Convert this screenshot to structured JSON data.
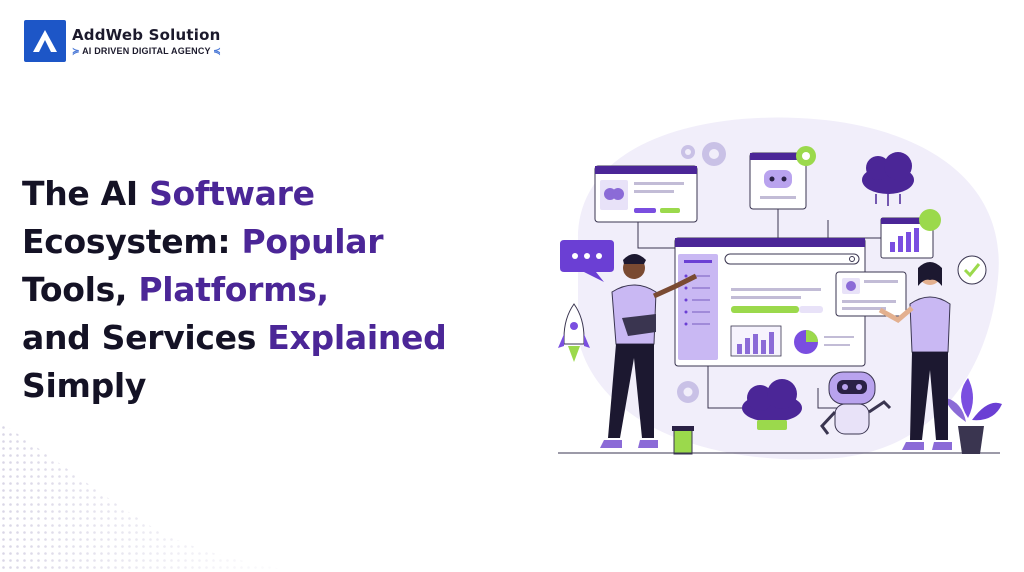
{
  "brand": {
    "name": "AddWeb Solution",
    "tagline": "AI DRIVEN DIGITAL AGENCY"
  },
  "headline": {
    "line1_plain": "The AI ",
    "line1_highlight": "Software",
    "line2_plain": "Ecosystem: ",
    "line2_highlight": "Popular",
    "line3_plain": "Tools, ",
    "line3_highlight": "Platforms,",
    "line4_plain": "and Services ",
    "line4_highlight": "Explained",
    "line5_plain": "Simply"
  },
  "colors": {
    "accent_purple": "#4b2697",
    "logo_blue": "#1d56c7",
    "light_purple": "#b9a3ee",
    "lime_green": "#9bd94c",
    "text_dark": "#141225"
  },
  "illustration": {
    "icons": [
      "brain-icon",
      "robot-icon",
      "cloud-icon",
      "gear-icon",
      "rocket-icon",
      "chat-bubble-icon",
      "bar-chart-icon",
      "pie-chart-icon",
      "checkmark-icon",
      "plant-icon",
      "coffee-cup-icon",
      "laptop-icon"
    ]
  }
}
